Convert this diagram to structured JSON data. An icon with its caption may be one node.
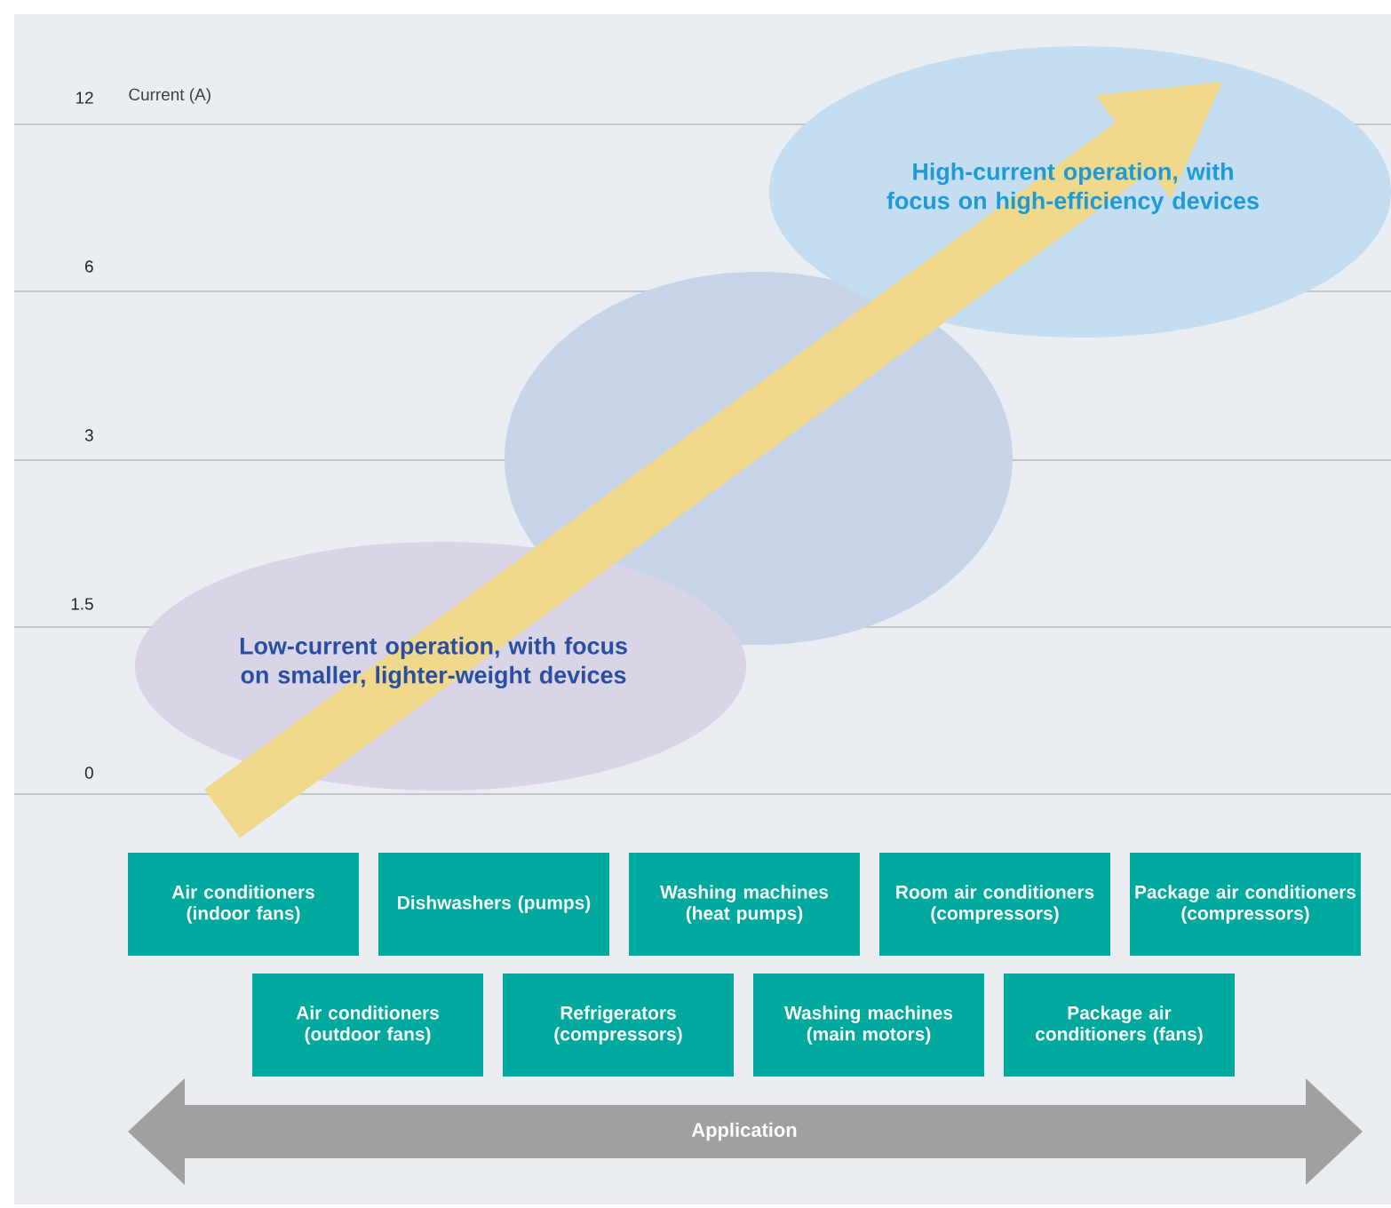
{
  "diagram": {
    "nodes": [
      {
        "text": [
          "High-current operation, with focus on high-efficiency devices"
        ]
      },
      {
        "text": [],
        "shape": "ellipse"
      },
      {
        "text": [
          "Low-current operation, with focus on smaller, lighter-weight devices"
        ]
      },
      {
        "text": [
          "Air conditioners (indoor fans)"
        ]
      },
      {
        "text": [
          "Dishwashers (pumps)"
        ]
      },
      {
        "text": [
          "Washing machines (heat pumps)"
        ]
      },
      {
        "text": [
          "Room air conditioners (compressors)"
        ]
      },
      {
        "text": [
          "Package air conditioners (compressors)"
        ]
      },
      {
        "text": [
          "Air conditioners (outdoor fans)"
        ]
      },
      {
        "text": [
          "Refrigerators (compressors)"
        ]
      },
      {
        "text": [
          "Washing machines (main motors)"
        ]
      },
      {
        "text": [
          "Package air conditioners (fans)"
        ]
      },
      {
        "text": [
          "Application"
        ]
      }
    ],
    "labels": [
      "12",
      "Current (A)",
      "6",
      "3",
      "1.5",
      "0"
    ]
  }
}
